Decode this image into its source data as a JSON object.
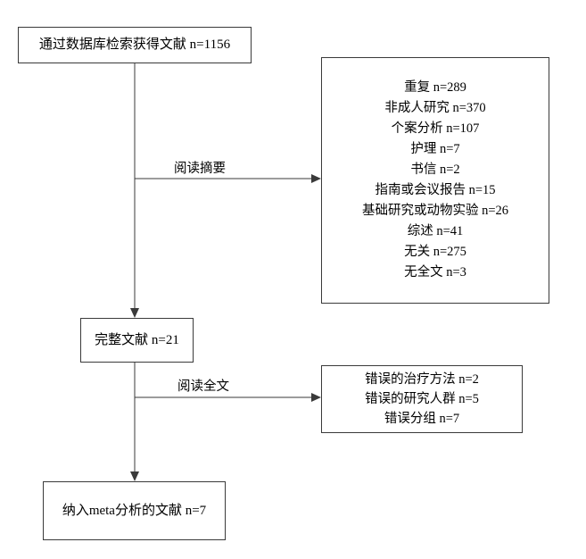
{
  "diagram": {
    "box_search": {
      "label": "通过数据库检索获得文献 n=1156"
    },
    "box_fulltext": {
      "label": "完整文献 n=21"
    },
    "box_included": {
      "label": "纳入meta分析的文献 n=7"
    },
    "box_excluded_abstract": {
      "lines": [
        "重复 n=289",
        "非成人研究 n=370",
        "个案分析 n=107",
        "护理 n=7",
        "书信 n=2",
        "指南或会议报告 n=15",
        "基础研究或动物实验 n=26",
        "综述 n=41",
        "无关 n=275",
        "无全文 n=3"
      ]
    },
    "box_excluded_fulltext": {
      "lines": [
        "错误的治疗方法 n=2",
        "错误的研究人群 n=5",
        "错误分组 n=7"
      ]
    },
    "labels": {
      "read_abstract": "阅读摘要",
      "read_fulltext": "阅读全文"
    },
    "colors": {
      "line": "#3a3a3a",
      "text": "#000000",
      "background": "#ffffff"
    }
  }
}
